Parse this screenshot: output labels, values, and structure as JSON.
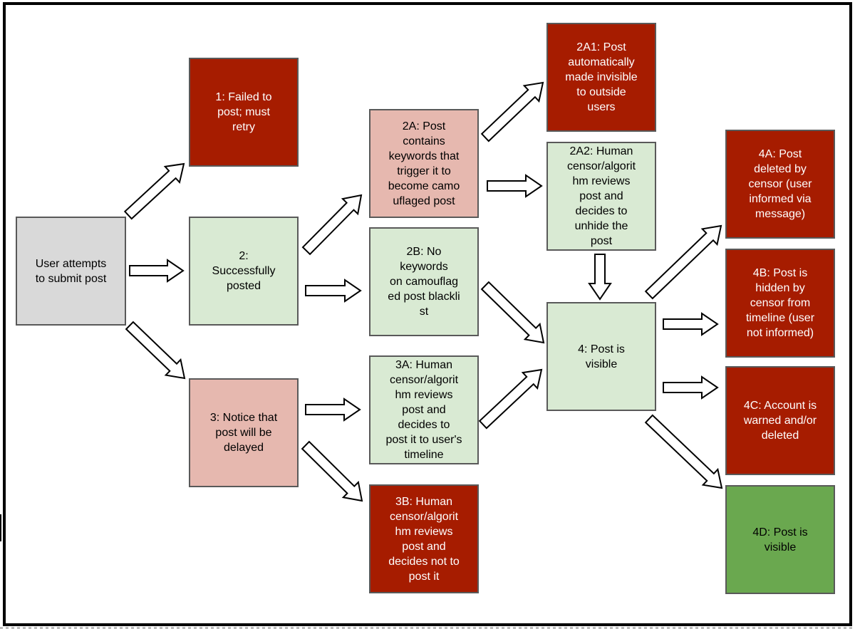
{
  "nodes": {
    "user": {
      "text": "User attempts\nto submit post"
    },
    "n1": {
      "text": "1: Failed to\npost; must\nretry"
    },
    "n2": {
      "text": "2:\nSuccessfully\nposted"
    },
    "n3": {
      "text": "3: Notice that\npost will be\ndelayed"
    },
    "n2A": {
      "text": "2A: Post\ncontains\nkeywords that\ntrigger it to\nbecome camo\nuflaged post"
    },
    "n2B": {
      "text": "2B: No\nkeywords\non camouflag\ned post blackli\nst"
    },
    "n3A": {
      "text": "3A: Human\ncensor/algorit\nhm reviews\npost and\ndecides to\npost it to user's\ntimeline"
    },
    "n3B": {
      "text": "3B: Human\ncensor/algorit\nhm reviews\npost and\ndecides not to\npost it"
    },
    "n2A1": {
      "text": "2A1: Post\nautomatically\nmade invisible\nto outside\nusers"
    },
    "n2A2": {
      "text": "2A2: Human\ncensor/algorit\nhm reviews\npost and\ndecides to\nunhide the\npost"
    },
    "n4": {
      "text": "4: Post is\nvisible"
    },
    "n4A": {
      "text": "4A: Post\ndeleted by\ncensor (user\ninformed via\nmessage)"
    },
    "n4B": {
      "text": "4B: Post is\nhidden by\ncensor from\ntimeline (user\nnot informed)"
    },
    "n4C": {
      "text": "4C: Account is\nwarned and/or\ndeleted"
    },
    "n4D": {
      "text": "4D: Post is\nvisible"
    }
  },
  "colors": {
    "neutral": "#d9d9d9",
    "success": "#d9ead3",
    "pending": "#e6b8af",
    "failure": "#a61c00",
    "final_success": "#6aa84f"
  }
}
